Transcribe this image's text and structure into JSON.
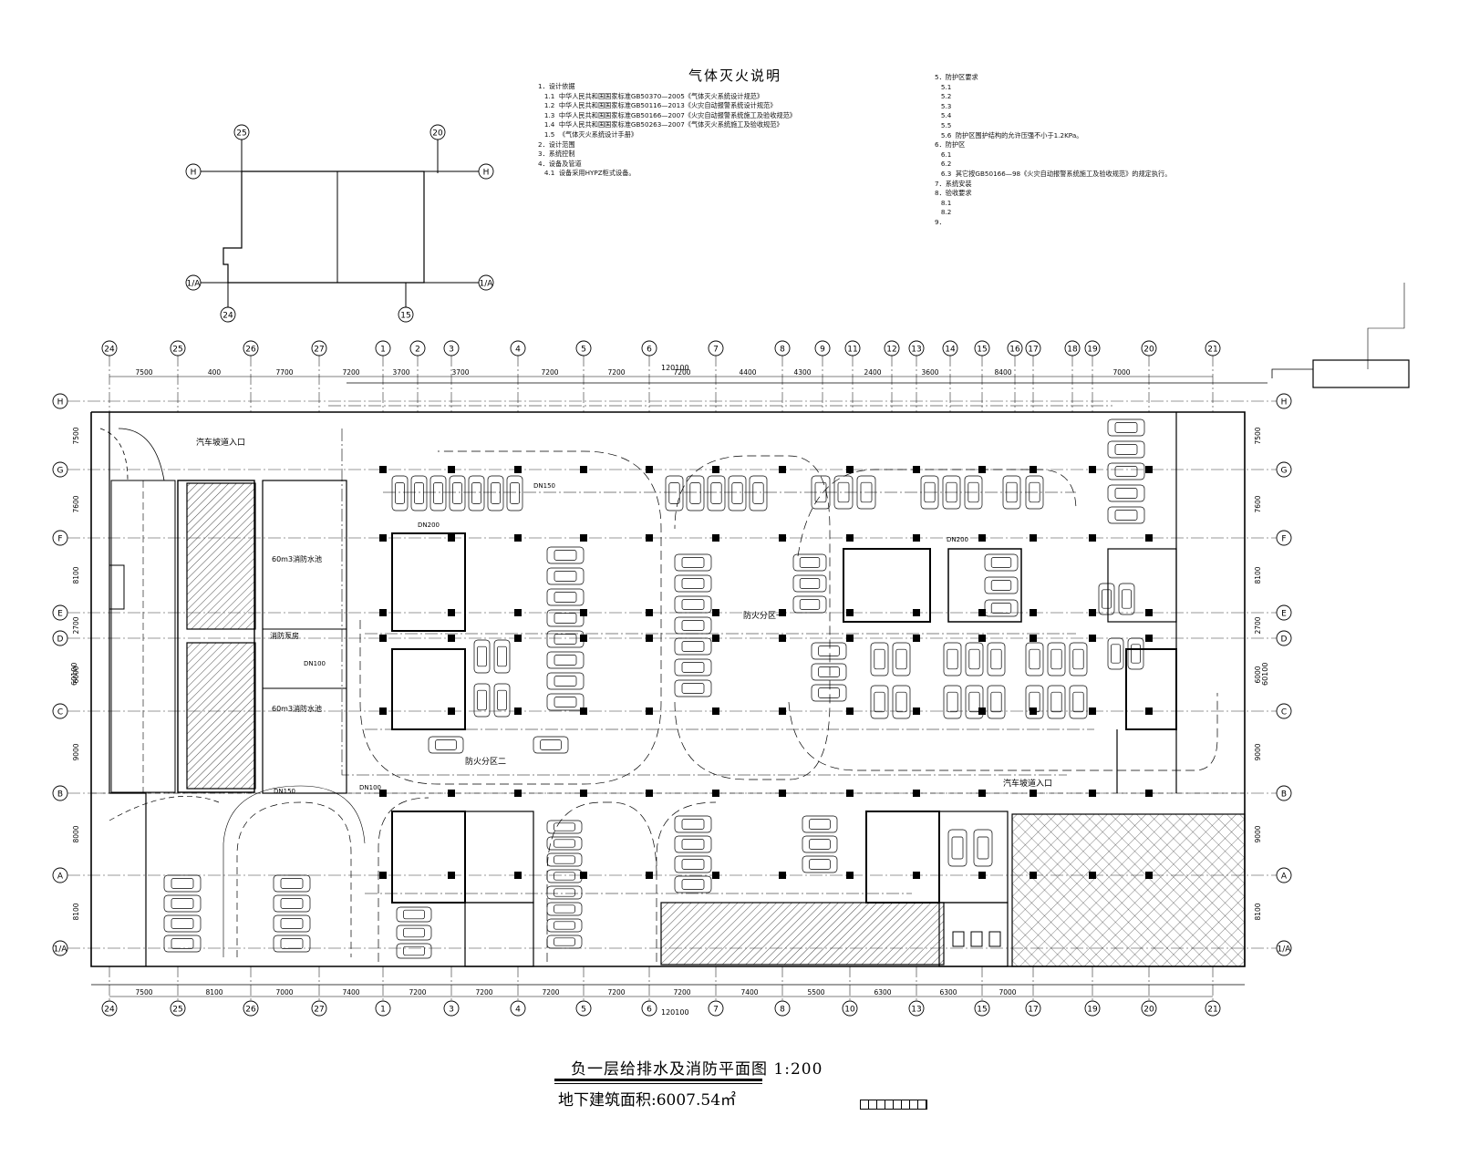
{
  "notes": {
    "title": "气体灭火说明",
    "left": [
      "1．设计依据",
      "   1.1  中华人民共和国国家标准GB50370—2005《气体灭火系统设计规范》",
      "   1.2  中华人民共和国国家标准GB50116—2013《火灾自动报警系统设计规范》",
      "   1.3  中华人民共和国国家标准GB50166—2007《火灾自动报警系统施工及验收规范》",
      "   1.4  中华人民共和国国家标准GB50263—2007《气体灭火系统施工及验收规范》",
      "   1.5  《气体灭火系统设计手册》",
      "2．设计范围",
      "3．系统控制",
      "4．设备及管道",
      "   4.1  设备采用HYPZ柜式设备。"
    ],
    "right": [
      "5．防护区要求",
      "   5.1",
      "   5.2",
      "   5.3",
      "   5.4",
      "   5.5",
      "   5.6  防护区围护结构的允许压强不小于1.2KPa。",
      "6．防护区",
      "   6.1",
      "   6.2",
      "   6.3  其它按GB50166—98《火灾自动报警系统施工及验收规范》的规定执行。",
      "7．系统安装",
      "8．验收要求",
      "   8.1",
      "   8.2",
      "9．"
    ]
  },
  "axes": {
    "top": [
      "24",
      "25",
      "26",
      "27",
      "1",
      "2",
      "3",
      "4",
      "5",
      "6",
      "7",
      "8",
      "9",
      "11",
      "12",
      "13",
      "14",
      "15",
      "16",
      "17",
      "18",
      "19",
      "20",
      "21"
    ],
    "bottom": [
      "24",
      "25",
      "26",
      "27",
      "1",
      "3",
      "4",
      "5",
      "6",
      "7",
      "8",
      "10",
      "13",
      "15",
      "17",
      "19",
      "20",
      "21"
    ],
    "rows": [
      "H",
      "G",
      "F",
      "E",
      "D",
      "C",
      "B",
      "A",
      "1/A"
    ],
    "key_plan_cols": [
      "25",
      "20",
      "24",
      "15"
    ],
    "key_plan_rows": [
      "H",
      "1/A"
    ]
  },
  "dims": {
    "top": [
      "7500",
      "400",
      "7700",
      "7200",
      "3700",
      "3700",
      "7200",
      "7200",
      "7200",
      "4400",
      "4300",
      "2400",
      "3600",
      "8400",
      "7000"
    ],
    "bottom": [
      "7500",
      "8100",
      "7000",
      "7400",
      "7200",
      "7200",
      "7200",
      "7200",
      "7200",
      "7400",
      "5500",
      "6300",
      "6300",
      "7000"
    ],
    "total_top": "120100",
    "total_bottom": "120100",
    "left": [
      "7500",
      "7600",
      "8100",
      "2700",
      "6000",
      "9000",
      "8000",
      "8100"
    ],
    "right": [
      "7500",
      "7600",
      "8100",
      "2700",
      "6000",
      "9000",
      "9000",
      "8100"
    ],
    "left_total": "60100",
    "right_total": "60100"
  },
  "labels": {
    "ramp_top": "汽车坡道入口",
    "ramp_mid": "汽车坡道入口",
    "zone1": "防火分区一",
    "zone2": "防火分区二",
    "tank1": "60m3消防水池",
    "tank2": "60m3消防水池",
    "pump_room": "消防泵房",
    "pipe_dn200": "DN200",
    "pipe_dn150": "DN150",
    "pipe_dn100": "DN100"
  },
  "plan": {
    "title": "负一层给排水及消防平面图 1:200",
    "area": "地下建筑面积:6007.54㎡"
  }
}
